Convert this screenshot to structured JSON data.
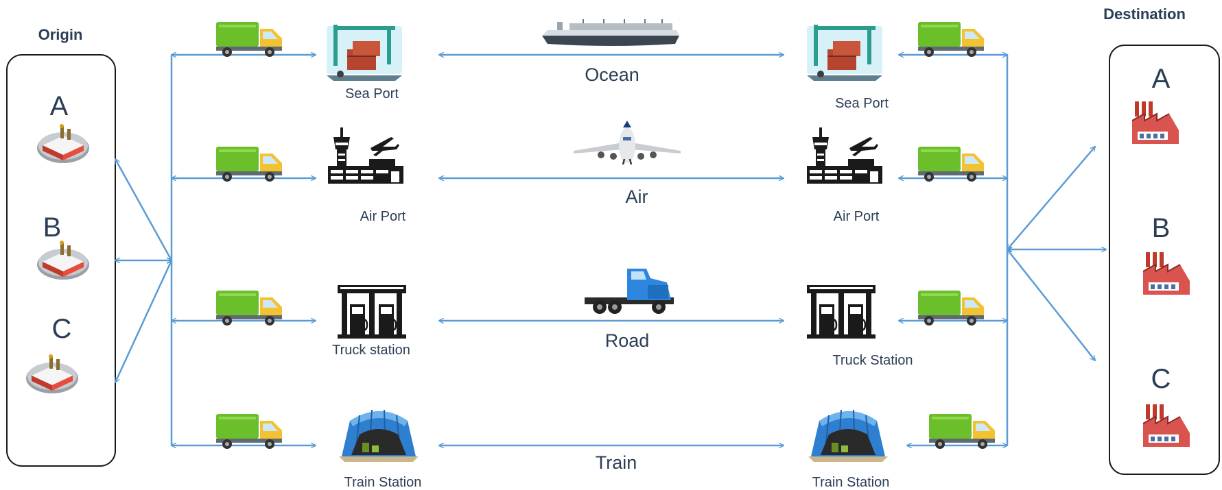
{
  "origin": {
    "title": "Origin",
    "sites": [
      {
        "label": "A",
        "icon": "factory-icon"
      },
      {
        "label": "B",
        "icon": "factory-icon"
      },
      {
        "label": "C",
        "icon": "factory-icon"
      }
    ]
  },
  "destination": {
    "title": "Destination",
    "sites": [
      {
        "label": "A",
        "icon": "factory-icon"
      },
      {
        "label": "B",
        "icon": "factory-icon"
      },
      {
        "label": "C",
        "icon": "factory-icon"
      }
    ]
  },
  "modes": [
    {
      "mode": "Ocean",
      "origin_hub": "Sea Port",
      "destination_hub": "Sea Port",
      "vehicle_icon": "ship-icon",
      "hub_icon": "sea-port-icon"
    },
    {
      "mode": "Air",
      "origin_hub": "Air Port",
      "destination_hub": "Air Port",
      "vehicle_icon": "airplane-icon",
      "hub_icon": "airport-icon"
    },
    {
      "mode": "Road",
      "origin_hub": "Truck station",
      "destination_hub": "Truck Station",
      "vehicle_icon": "truck-tractor-icon",
      "hub_icon": "truck-station-icon"
    },
    {
      "mode": "Train",
      "origin_hub": "Train Station",
      "destination_hub": "Train Station",
      "vehicle_icon": "train-hangar-icon",
      "hub_icon": "train-station-icon"
    }
  ],
  "colors": {
    "arrow": "#5b9bd5",
    "text": "#2b3e56",
    "truck_cargo": "#6abf2a",
    "truck_cab": "#f2c230",
    "factory": "#c0392b"
  }
}
